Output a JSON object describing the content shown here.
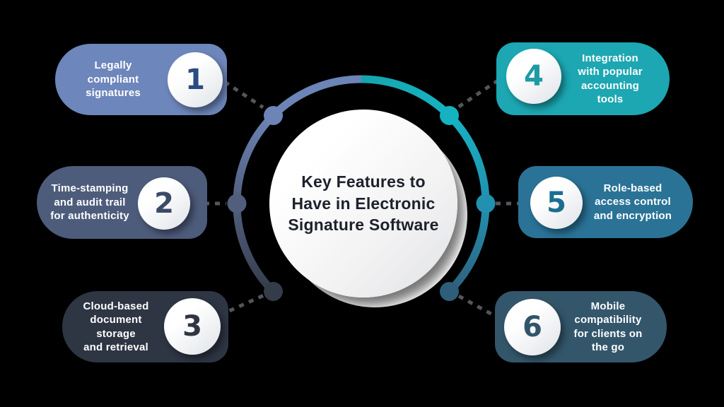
{
  "background": "#000000",
  "center": {
    "title": "Key Features to\nHave in Electronic\nSignature Software",
    "text_color": "#1d212b",
    "circle_color": "#ffffff"
  },
  "items": [
    {
      "number": "1",
      "label": "Legally\ncompliant\nsignatures",
      "pill_color": "#6d86bb",
      "number_color": "#2a4c80",
      "node_color": "#6d84b6",
      "side": "left"
    },
    {
      "number": "2",
      "label": "Time-stamping\nand audit trail\nfor authenticity",
      "pill_color": "#4d5c7b",
      "number_color": "#3c4a68",
      "node_color": "#515f7d",
      "side": "left"
    },
    {
      "number": "3",
      "label": "Cloud-based\ndocument\nstorage\nand retrieval",
      "pill_color": "#2e3543",
      "number_color": "#2f3542",
      "node_color": "#343b49",
      "side": "left"
    },
    {
      "number": "4",
      "label": "Integration\nwith popular\naccounting\ntools",
      "pill_color": "#1ca7b2",
      "number_color": "#1e9aa5",
      "node_color": "#15b2c2",
      "side": "right"
    },
    {
      "number": "5",
      "label": "Role-based\naccess control\nand encryption",
      "pill_color": "#2a7397",
      "number_color": "#1a6f90",
      "node_color": "#2191af",
      "side": "right"
    },
    {
      "number": "6",
      "label": "Mobile\ncompatibility\nfor clients on\nthe go",
      "pill_color": "#33566b",
      "number_color": "#31546a",
      "node_color": "#2f5e7b",
      "side": "right"
    }
  ],
  "ring": {
    "open_side": "bottom",
    "segment_colors": [
      "#343b49",
      "#515f7d",
      "#6c84b6",
      "#14a5ae",
      "#16b3c3",
      "#2191af",
      "#2f5e7b"
    ]
  },
  "connector": {
    "color": "#53565b",
    "style": "dashed"
  }
}
